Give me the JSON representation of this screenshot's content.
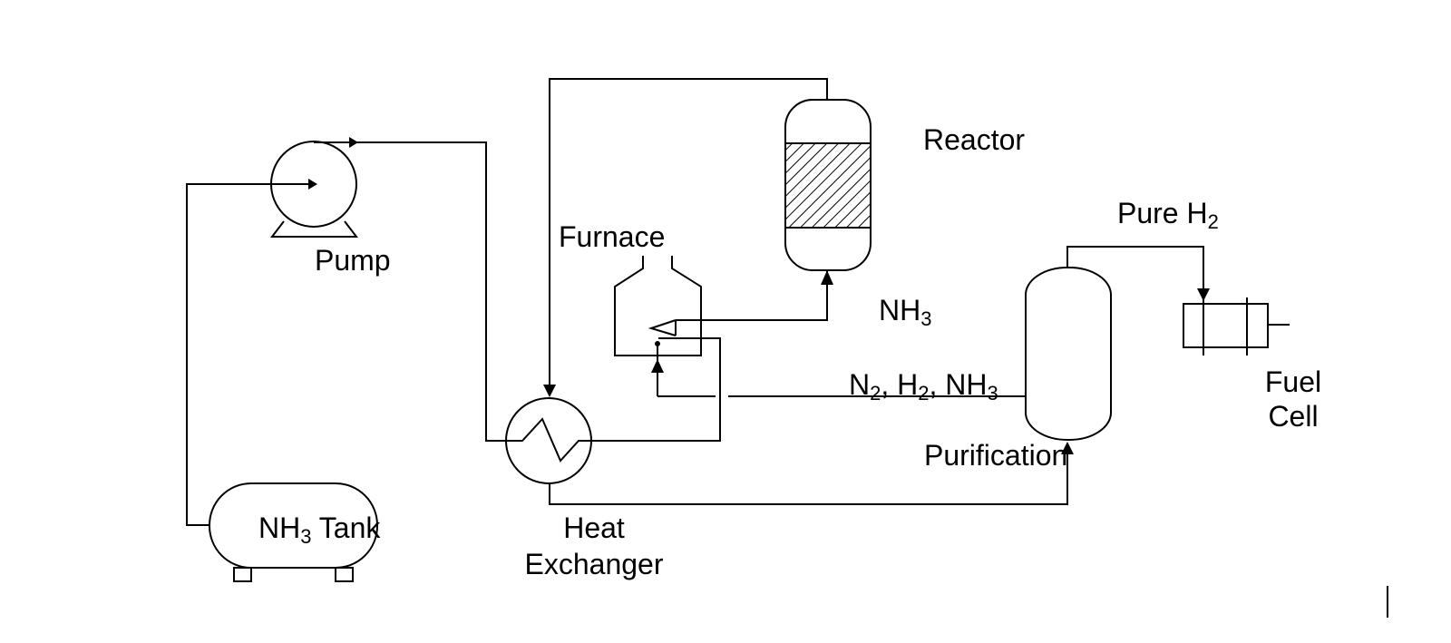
{
  "labels": {
    "reactor": "Reactor",
    "pump": "Pump",
    "furnace": "Furnace",
    "pure_h2_main": "Pure H",
    "pure_h2_sub": "2",
    "nh3_main": "NH",
    "nh3_sub": "3",
    "mix_n": "N",
    "mix_n_sub": "2",
    "mix_h": ", H",
    "mix_h_sub": "2",
    "mix_nh": ", NH",
    "mix_nh_sub": "3",
    "fuel": "Fuel",
    "cell": "Cell",
    "purification": "Purification",
    "tank_main": "NH",
    "tank_sub": "3",
    "tank_rest": " Tank",
    "heat": "Heat",
    "exchanger": "Exchanger"
  }
}
